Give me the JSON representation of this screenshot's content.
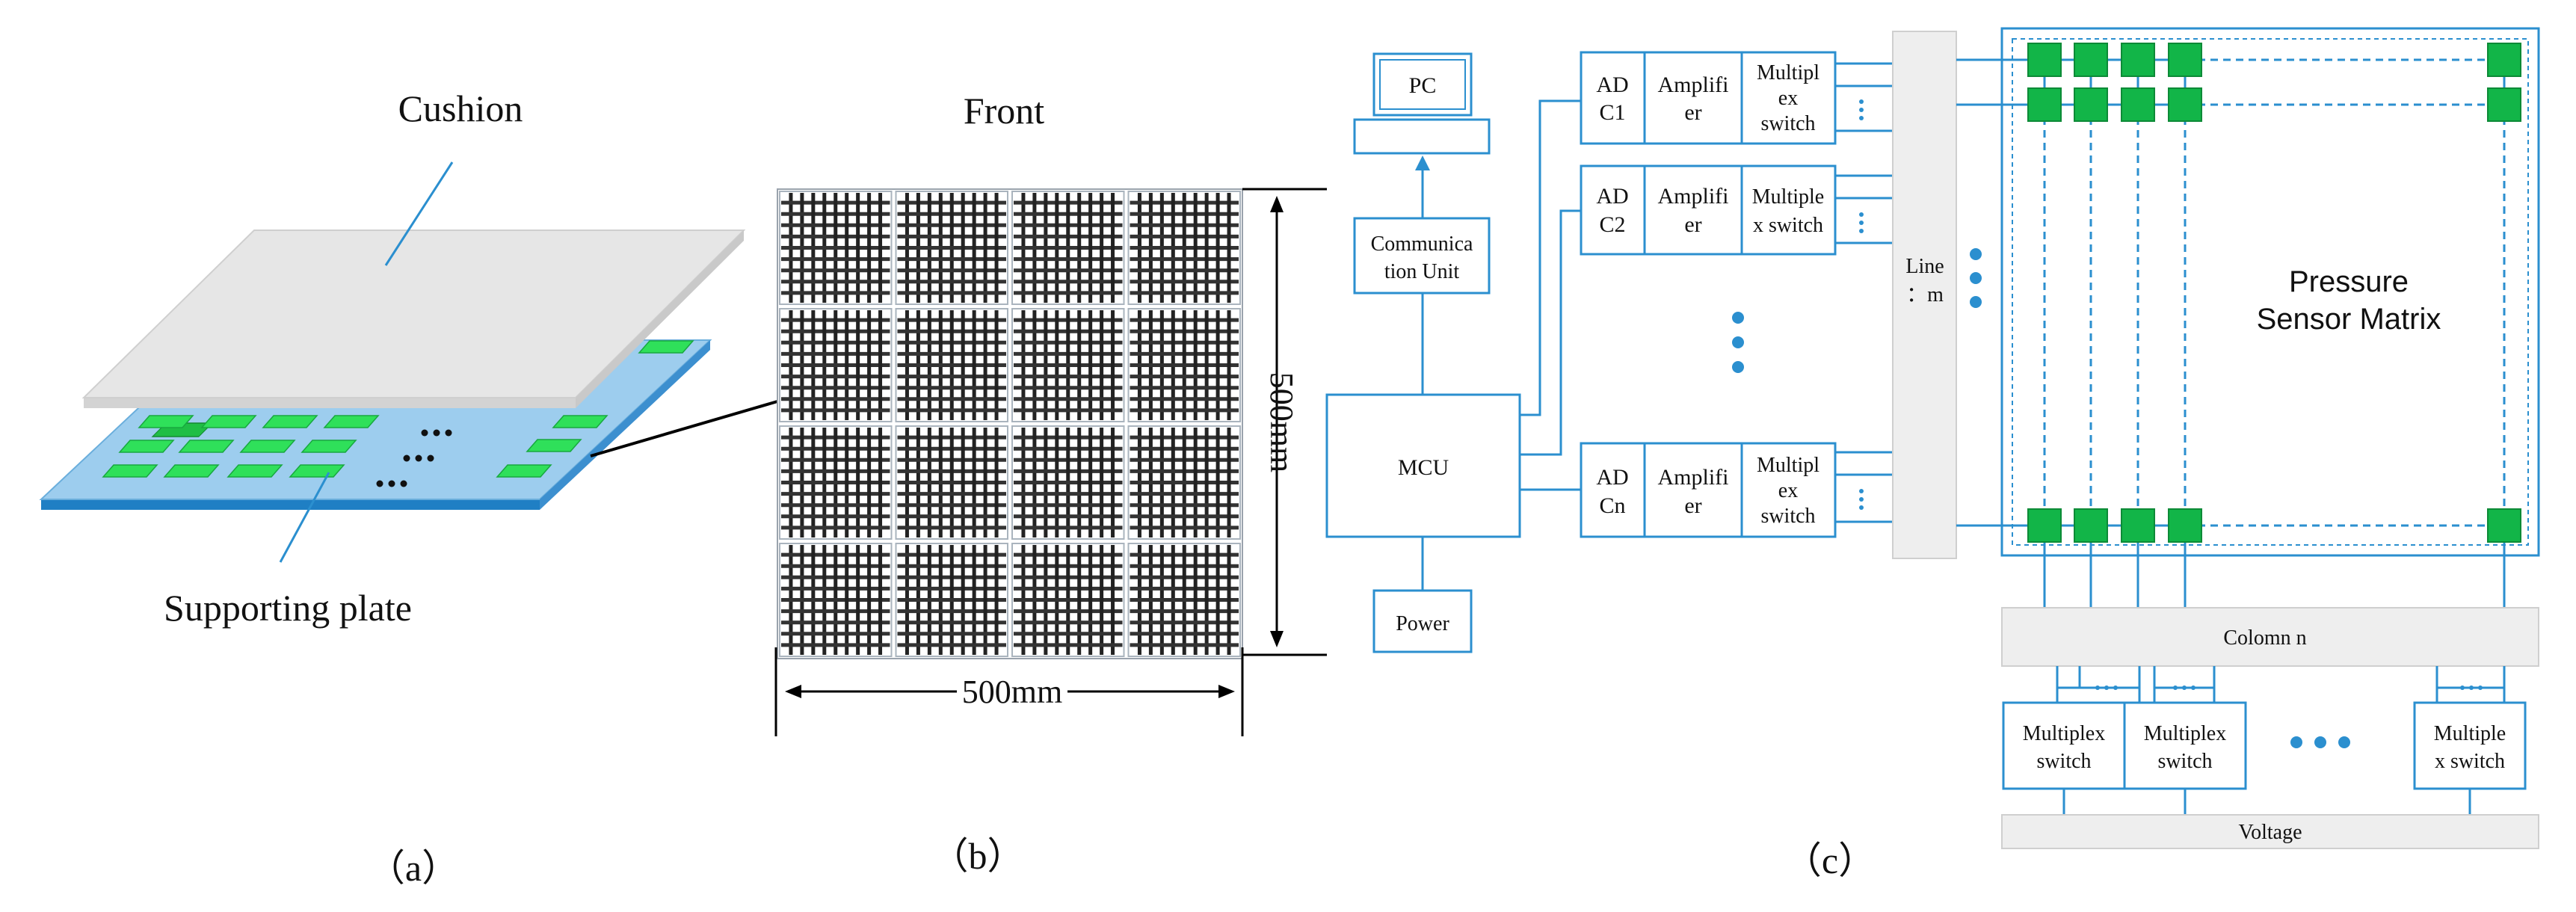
{
  "panel_a": {
    "cushion_label": "Cushion",
    "supporting_plate_label": "Supporting plate",
    "caption": "（a）",
    "colors": {
      "cushion": "#e6e6e6",
      "plate": "#9dcdee",
      "sensor": "#2fe05a"
    }
  },
  "panel_b": {
    "title": "Front",
    "width_label": "500mm",
    "height_label": "500mm",
    "caption": "（b）"
  },
  "panel_c": {
    "pc_label": "PC",
    "comm_label_1": "Communica",
    "comm_label_2": "tion Unit",
    "mcu_label": "MCU",
    "power_label": "Power",
    "channels": [
      {
        "adc_1": "AD",
        "adc_2": "C1",
        "amp_1": "Amplifi",
        "amp_2": "er",
        "mux_1": "Multipl",
        "mux_2": "ex",
        "mux_3": "switch"
      },
      {
        "adc_1": "AD",
        "adc_2": "C2",
        "amp_1": "Amplifi",
        "amp_2": "er",
        "mux_1": "Multiple",
        "mux_2": "x switch",
        "mux_3": ""
      },
      {
        "adc_1": "AD",
        "adc_2": "Cn",
        "amp_1": "Amplifi",
        "amp_2": "er",
        "mux_1": "Multipl",
        "mux_2": "ex",
        "mux_3": "switch"
      }
    ],
    "line_label_1": "Line",
    "line_label_2": "：m",
    "matrix_label_1": "Pressure",
    "matrix_label_2": "Sensor Matrix",
    "column_label": "Colomn n",
    "bottom_mux": [
      {
        "l1": "Multiplex",
        "l2": "switch"
      },
      {
        "l1": "Multiplex",
        "l2": "switch"
      },
      {
        "l1": "Multiple",
        "l2": "x switch"
      }
    ],
    "voltage_label": "Voltage",
    "caption": "（c）",
    "colors": {
      "accent": "#2b8fcf",
      "node": "#12b548"
    }
  }
}
